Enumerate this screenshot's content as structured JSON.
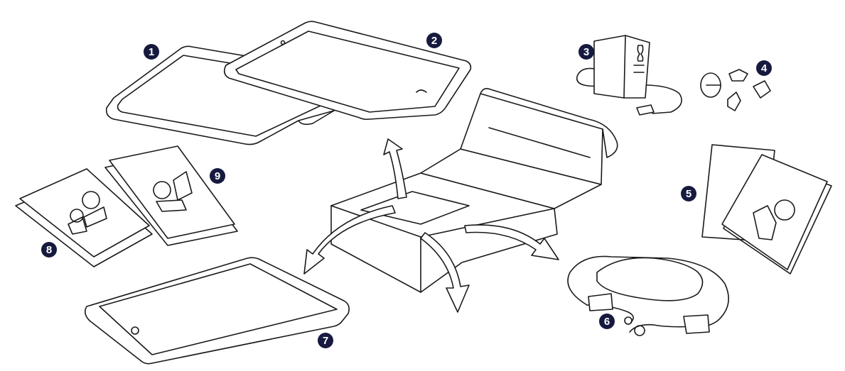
{
  "colors": {
    "line": "#1a1a1a",
    "badge": "#171a3f",
    "background": "#ffffff"
  },
  "callouts": [
    {
      "id": "1",
      "label": "1",
      "icon": "tablet-stand-icon"
    },
    {
      "id": "2",
      "label": "2",
      "icon": "tablet-case-frame-icon"
    },
    {
      "id": "3",
      "label": "3",
      "icon": "charger-icon"
    },
    {
      "id": "4",
      "label": "4",
      "icon": "small-parts-icon"
    },
    {
      "id": "5",
      "label": "5",
      "icon": "leaflets-icon"
    },
    {
      "id": "6",
      "label": "6",
      "icon": "neck-strap-icon"
    },
    {
      "id": "7",
      "label": "7",
      "icon": "tablet-icon"
    },
    {
      "id": "8",
      "label": "8",
      "icon": "booklet-icon"
    },
    {
      "id": "9",
      "label": "9",
      "icon": "booklet-icon"
    }
  ]
}
